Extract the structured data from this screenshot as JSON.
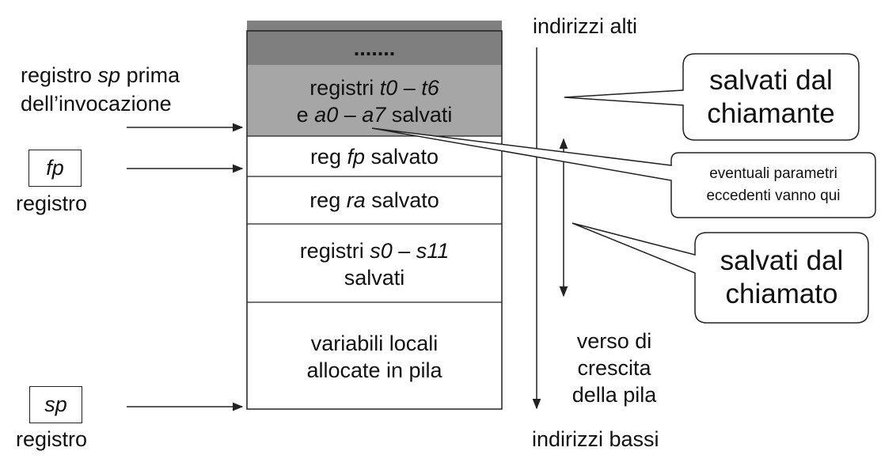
{
  "frame_colors": {
    "top_band": "#7f7f7f",
    "caller_band": "#a6a6a6",
    "border": "#222222"
  },
  "stack": {
    "dots": ".......",
    "caller_saved": {
      "line1": {
        "prefix": "registri ",
        "a": "t0",
        "sep": " – ",
        "b": "t6"
      },
      "line2": {
        "prefix": "e ",
        "a": "a0",
        "sep": " – ",
        "b": "a7",
        "suffix": " salvati"
      }
    },
    "fp_saved": {
      "prefix": "reg ",
      "name": "fp",
      "suffix": " salvato"
    },
    "ra_saved": {
      "prefix": "reg ",
      "name": "ra",
      "suffix": " salvato"
    },
    "callee_saved": {
      "prefix": "registri ",
      "a": "s0",
      "sep": " – ",
      "b": "s11",
      "line2": "salvati"
    },
    "locals": {
      "line1": "variabili locali",
      "line2": "allocate in pila"
    }
  },
  "left": {
    "sp_before": {
      "line1_pre": "registro ",
      "line1_em": "sp",
      "line1_post": " prima",
      "line2": "dell’invocazione"
    },
    "fp_box": "fp",
    "fp_label": "registro",
    "sp_box": "sp",
    "sp_label": "registro"
  },
  "right": {
    "high_addr": "indirizzi alti",
    "low_addr": "indirizzi bassi",
    "growth": [
      "verso di",
      "crescita",
      "della pila"
    ]
  },
  "callouts": {
    "caller": [
      "salvati dal",
      "chiamante"
    ],
    "params": [
      "eventuali parametri",
      "eccedenti vanno qui"
    ],
    "callee": [
      "salvati dal",
      "chiamato"
    ]
  }
}
